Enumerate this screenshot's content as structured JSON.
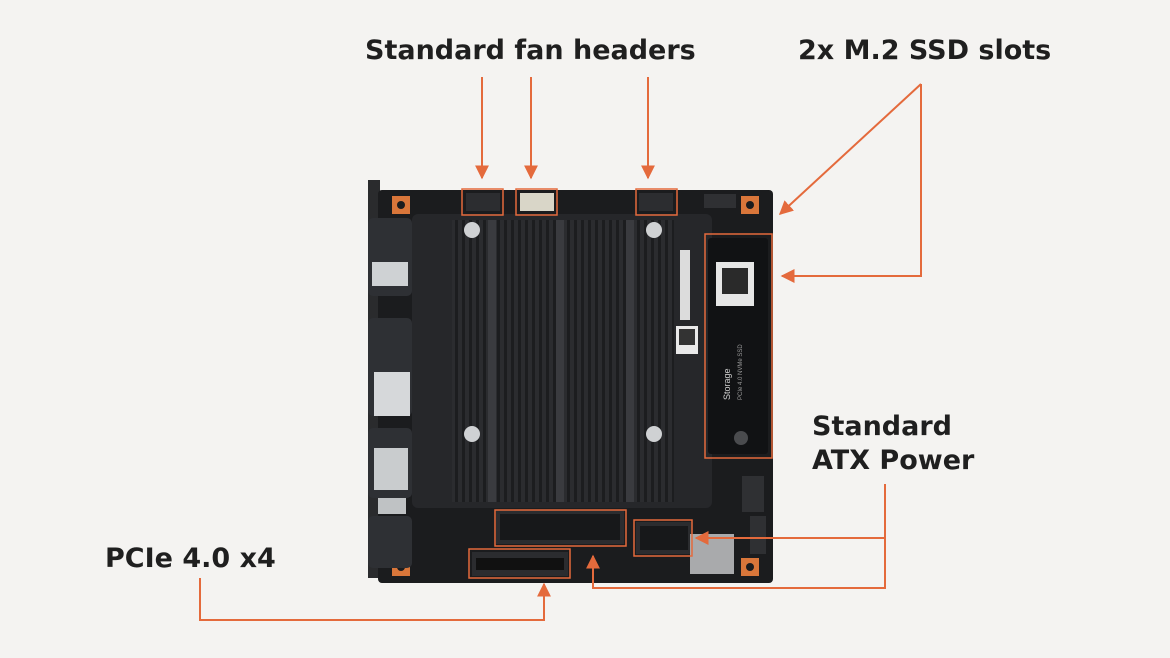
{
  "annotations": {
    "fan_headers": "Standard fan headers",
    "ssd_slots": "2x M.2 SSD slots",
    "atx_power_line1": "Standard",
    "atx_power_line2": "ATX Power",
    "pcie": "PCIe 4.0 x4"
  },
  "board_markings": {
    "ssd_brand": "Storage",
    "ssd_model": "PCIe 4.0 NVMe SSD"
  },
  "colors": {
    "background": "#f4f3f1",
    "callout": "#e46a3c",
    "board": "#1b1c1e",
    "heatsink": "#2a2b2e",
    "standoff": "#d9763a"
  }
}
